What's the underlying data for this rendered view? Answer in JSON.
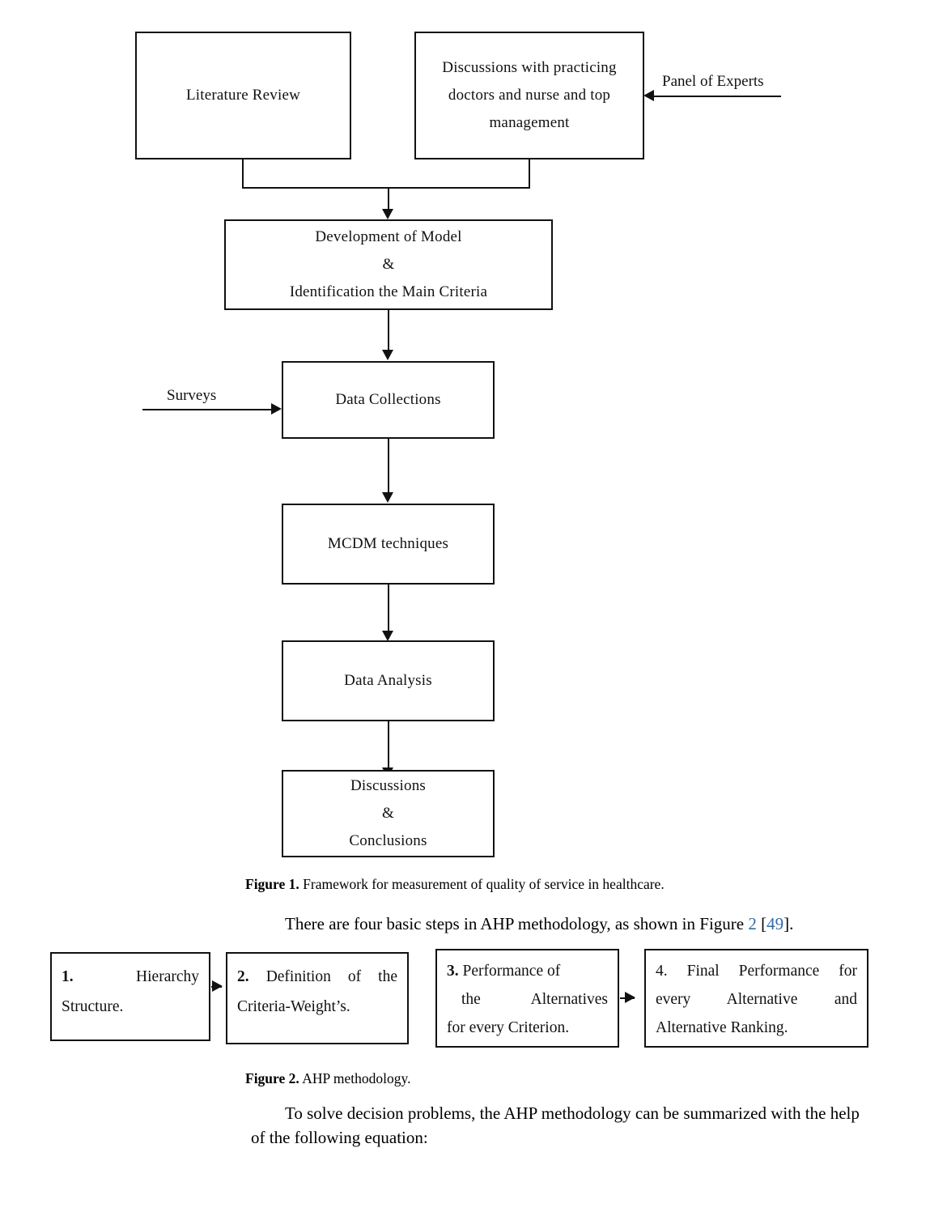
{
  "figure1": {
    "nodes": [
      {
        "id": "literature-review",
        "lines": [
          "Literature Review"
        ]
      },
      {
        "id": "discussions-practicing",
        "lines": [
          "Discussions with practicing",
          "doctors and nurse and top",
          "management"
        ]
      },
      {
        "id": "development-of-model",
        "lines": [
          "Development of Model",
          "&",
          "Identification the Main Criteria"
        ]
      },
      {
        "id": "data-collections",
        "lines": [
          "Data Collections"
        ]
      },
      {
        "id": "mcdm-techniques",
        "lines": [
          "MCDM techniques"
        ]
      },
      {
        "id": "data-analysis",
        "lines": [
          "Data Analysis"
        ]
      },
      {
        "id": "discussions-conclusions",
        "lines": [
          "Discussions",
          "&",
          "Conclusions"
        ]
      }
    ],
    "edge_labels": {
      "panel_of_experts": "Panel of Experts",
      "surveys": "Surveys"
    }
  },
  "captions": {
    "figure1_label": "Figure 1.",
    "figure1_text": "Framework for measurement of quality of service in healthcare.",
    "figure2_label": "Figure 2.",
    "figure2_text": "AHP methodology."
  },
  "paragraphs": {
    "intro_a": "There are four basic steps in AHP methodology, as shown in Figure ",
    "intro_link_figure": "2",
    "intro_b": " [",
    "intro_link_ref": "49",
    "intro_c": "].",
    "closing_line1": "To solve decision problems, the AHP methodology can be summarized with the help",
    "closing_line2": "of the following equation:"
  },
  "figure2": {
    "steps": [
      {
        "id": "step-1",
        "number": "1.",
        "number_bold": true,
        "lines": [
          "Hierarchy",
          "Structure."
        ]
      },
      {
        "id": "step-2",
        "number": "2.",
        "number_bold": false,
        "lines": [
          "Definition of the",
          "Criteria-Weight’s."
        ]
      },
      {
        "id": "step-3",
        "number": "3.",
        "number_bold": true,
        "lines": [
          "Performance of",
          "the          Alternatives",
          "for every Criterion."
        ]
      },
      {
        "id": "step-4",
        "number": "4.",
        "number_bold": false,
        "lines": [
          "Final Performance for",
          "every Alternative and",
          "Alternative Ranking."
        ]
      }
    ]
  },
  "colors": {
    "link": "#2b6cb4",
    "stroke": "#111111",
    "text": "#000000",
    "background": "#ffffff"
  }
}
